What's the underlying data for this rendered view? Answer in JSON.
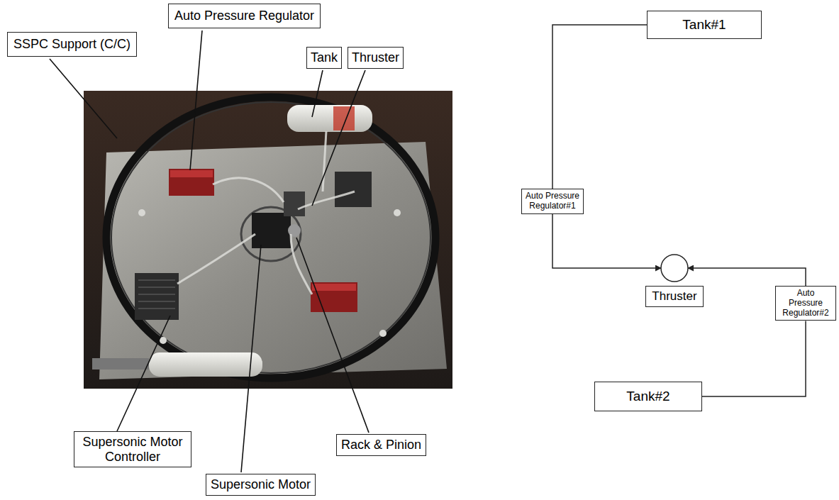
{
  "diagram": {
    "nodes": [
      {
        "text": [
          "SSPC Support (C/C)"
        ]
      },
      {
        "text": [
          "Auto Pressure Regulator"
        ]
      },
      {
        "text": [
          "Tank"
        ]
      },
      {
        "text": [
          "Thruster"
        ]
      },
      {
        "text": [
          "Supersonic Motor Controller"
        ]
      },
      {
        "text": [
          "Rack & Pinion"
        ]
      },
      {
        "text": [
          "Supersonic Motor"
        ]
      },
      {
        "text": [
          "Tank#1"
        ]
      },
      {
        "text": [
          "Auto Pressure Regulator#1"
        ]
      },
      {
        "text": [
          "Thruster"
        ]
      },
      {
        "text": [
          "Auto Pressure Regulator#2"
        ]
      },
      {
        "text": [
          "Tank#2"
        ]
      }
    ],
    "edges": [
      {
        "from": 7,
        "to": 8,
        "arrow": "none"
      },
      {
        "from": 8,
        "to": 9,
        "arrow": "to"
      },
      {
        "from": 11,
        "to": 10,
        "arrow": "none"
      },
      {
        "from": 10,
        "to": 9,
        "arrow": "to"
      }
    ]
  }
}
